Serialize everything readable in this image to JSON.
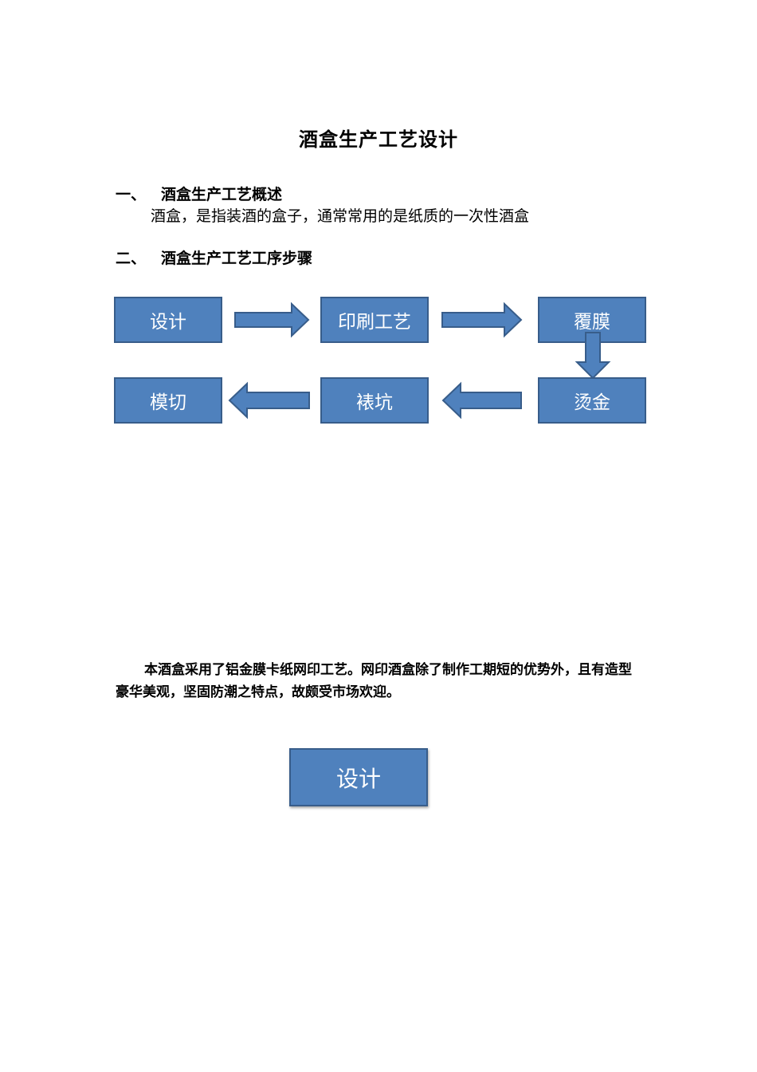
{
  "document": {
    "title": "酒盒生产工艺设计",
    "section1": {
      "number": "一、",
      "heading": "酒盒生产工艺概述",
      "body": "酒盒，是指装酒的盒子，通常常用的是纸质的一次性酒盒"
    },
    "section2": {
      "number": "二、",
      "heading": "酒盒生产工艺工序步骤"
    },
    "paragraph": "本酒盒采用了铝金膜卡纸网印工艺。网印酒盒除了制作工期短的优势外，且有造型豪华美观，坚固防潮之特点，故颇受市场欢迎。"
  },
  "flowchart": {
    "steps": [
      "设计",
      "印刷工艺",
      "覆膜",
      "烫金",
      "裱坑",
      "模切"
    ],
    "box_color": "#4f81bd",
    "border_color": "#385d8a"
  },
  "standalone_box": {
    "label": "设计"
  }
}
